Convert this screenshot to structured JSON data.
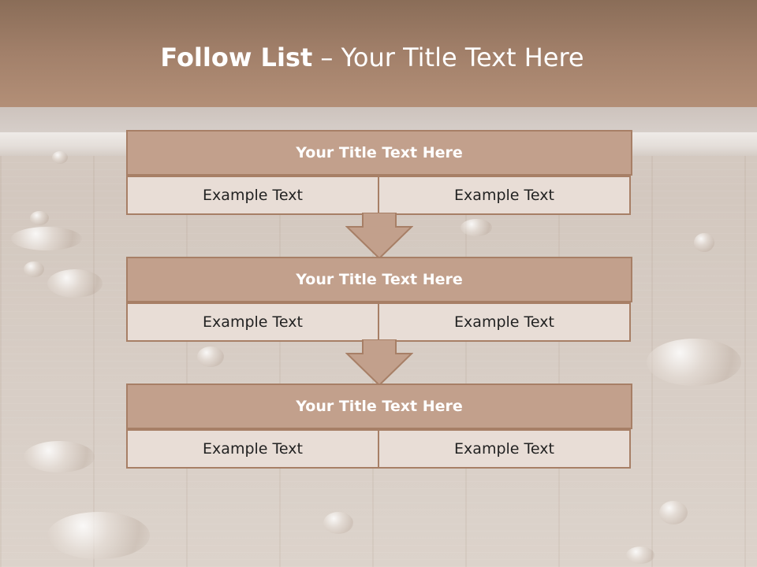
{
  "slide": {
    "title_bold": "Follow List",
    "title_dash": " – ",
    "title_rest": "Your Title Text Here"
  },
  "blocks": [
    {
      "title": "Your Title Text Here",
      "left": "Example Text",
      "right": "Example Text"
    },
    {
      "title": "Your Title Text Here",
      "left": "Example Text",
      "right": "Example Text"
    },
    {
      "title": "Your Title Text Here",
      "left": "Example Text",
      "right": "Example Text"
    }
  ],
  "icons": {
    "arrow": "down-arrow-icon"
  },
  "colors": {
    "header": "#a2806a",
    "block_title_fill": "#c2a08c",
    "block_border": "#a77f66",
    "cell_fill": "#e8ddd6"
  }
}
